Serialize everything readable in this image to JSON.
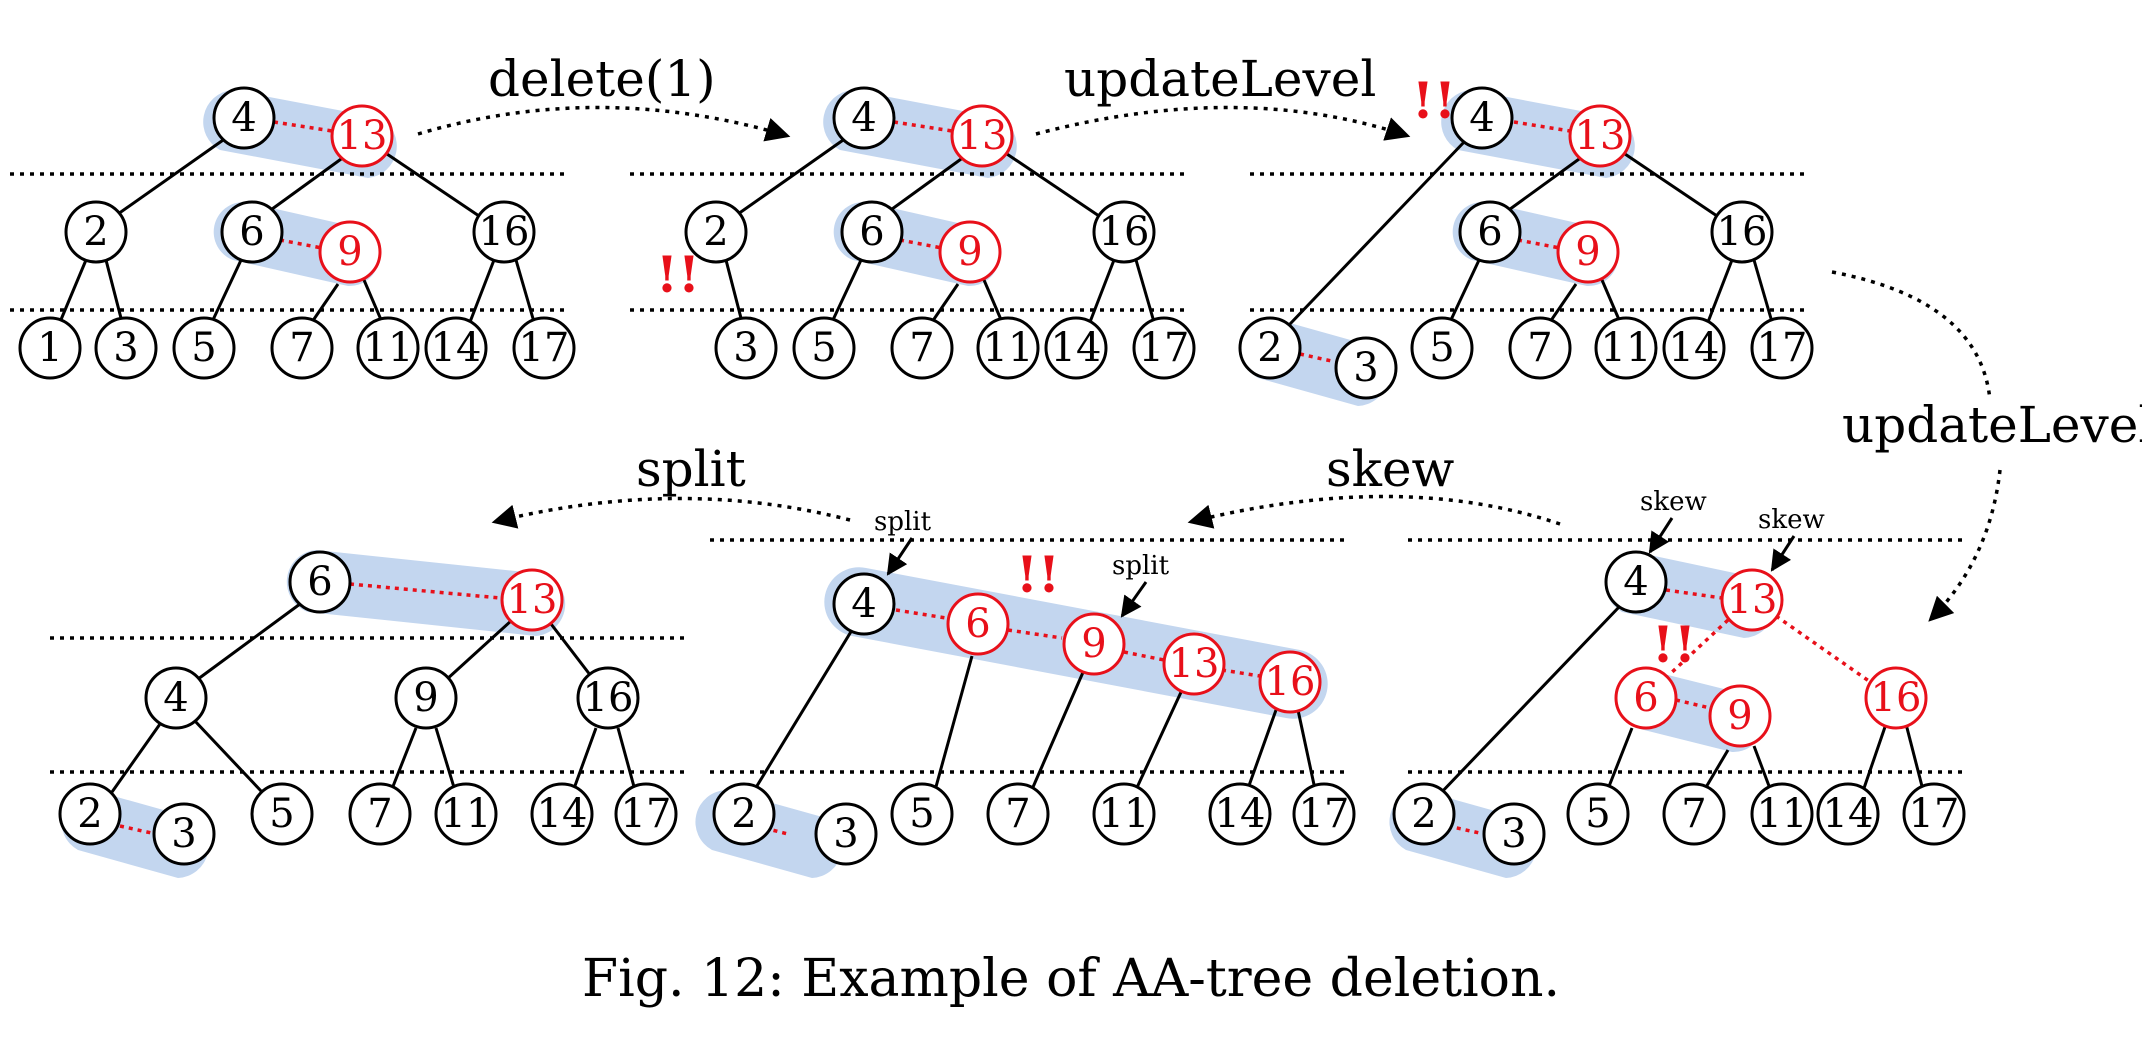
{
  "caption": "Fig. 12: Example of AA-tree deletion.",
  "colors": {
    "highlight": "#c3d6ef",
    "red": "#e8101a",
    "black": "#000000"
  },
  "warning_mark": "!!",
  "operations": {
    "delete": "delete(1)",
    "update_level_1": "updateLevel",
    "update_level_2": "updateLevel",
    "skew": "skew",
    "split": "split"
  },
  "annotations": {
    "panel5_split_a": "split",
    "panel5_split_b": "split",
    "panel6_skew_a": "skew",
    "panel6_skew_b": "skew"
  },
  "panels": {
    "p1": {
      "nodes": [
        "4",
        "13",
        "2",
        "6",
        "9",
        "16",
        "1",
        "3",
        "5",
        "7",
        "11",
        "14",
        "17"
      ]
    },
    "p2": {
      "nodes": [
        "4",
        "13",
        "2",
        "6",
        "9",
        "16",
        "3",
        "5",
        "7",
        "11",
        "14",
        "17"
      ]
    },
    "p3": {
      "nodes": [
        "4",
        "13",
        "6",
        "9",
        "16",
        "2",
        "3",
        "5",
        "7",
        "11",
        "14",
        "17"
      ]
    },
    "p4": {
      "nodes": [
        "6",
        "13",
        "4",
        "9",
        "16",
        "2",
        "3",
        "5",
        "7",
        "11",
        "14",
        "17"
      ]
    },
    "p5": {
      "nodes": [
        "4",
        "6",
        "9",
        "13",
        "16",
        "2",
        "3",
        "5",
        "7",
        "11",
        "14",
        "17"
      ]
    },
    "p6": {
      "nodes": [
        "4",
        "13",
        "6",
        "9",
        "16",
        "2",
        "3",
        "5",
        "7",
        "11",
        "14",
        "17"
      ]
    }
  }
}
